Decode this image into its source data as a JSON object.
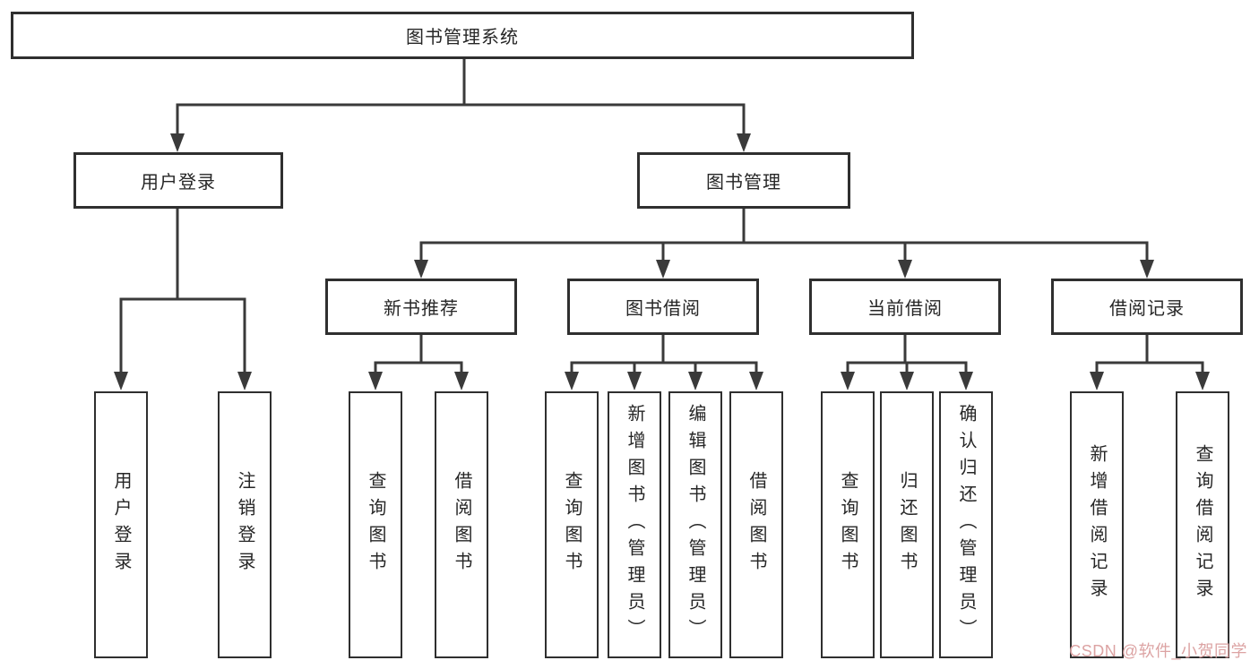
{
  "tree": {
    "root": {
      "label": "图书管理系统"
    },
    "level2": [
      {
        "label": "用户登录",
        "leaves": [
          "用户登录",
          "注销登录"
        ]
      },
      {
        "label": "图书管理",
        "groups": [
          {
            "label": "新书推荐",
            "leaves": [
              "查询图书",
              "借阅图书"
            ]
          },
          {
            "label": "图书借阅",
            "leaves": [
              "查询图书",
              "新增图书（管理员）",
              "编辑图书（管理员）",
              "借阅图书"
            ]
          },
          {
            "label": "当前借阅",
            "leaves": [
              "查询图书",
              "归还图书",
              "确认归还（管理员）"
            ]
          },
          {
            "label": "借阅记录",
            "leaves": [
              "新增借阅记录",
              "查询借阅记录"
            ]
          }
        ]
      }
    ]
  },
  "watermark": {
    "text": "CSDN @软件_小贺同学",
    "color": "#dca3a3"
  },
  "colors": {
    "line": "#3a3a3a",
    "box_border": "#2f2f2f",
    "text": "#262626",
    "background": "#ffffff"
  }
}
